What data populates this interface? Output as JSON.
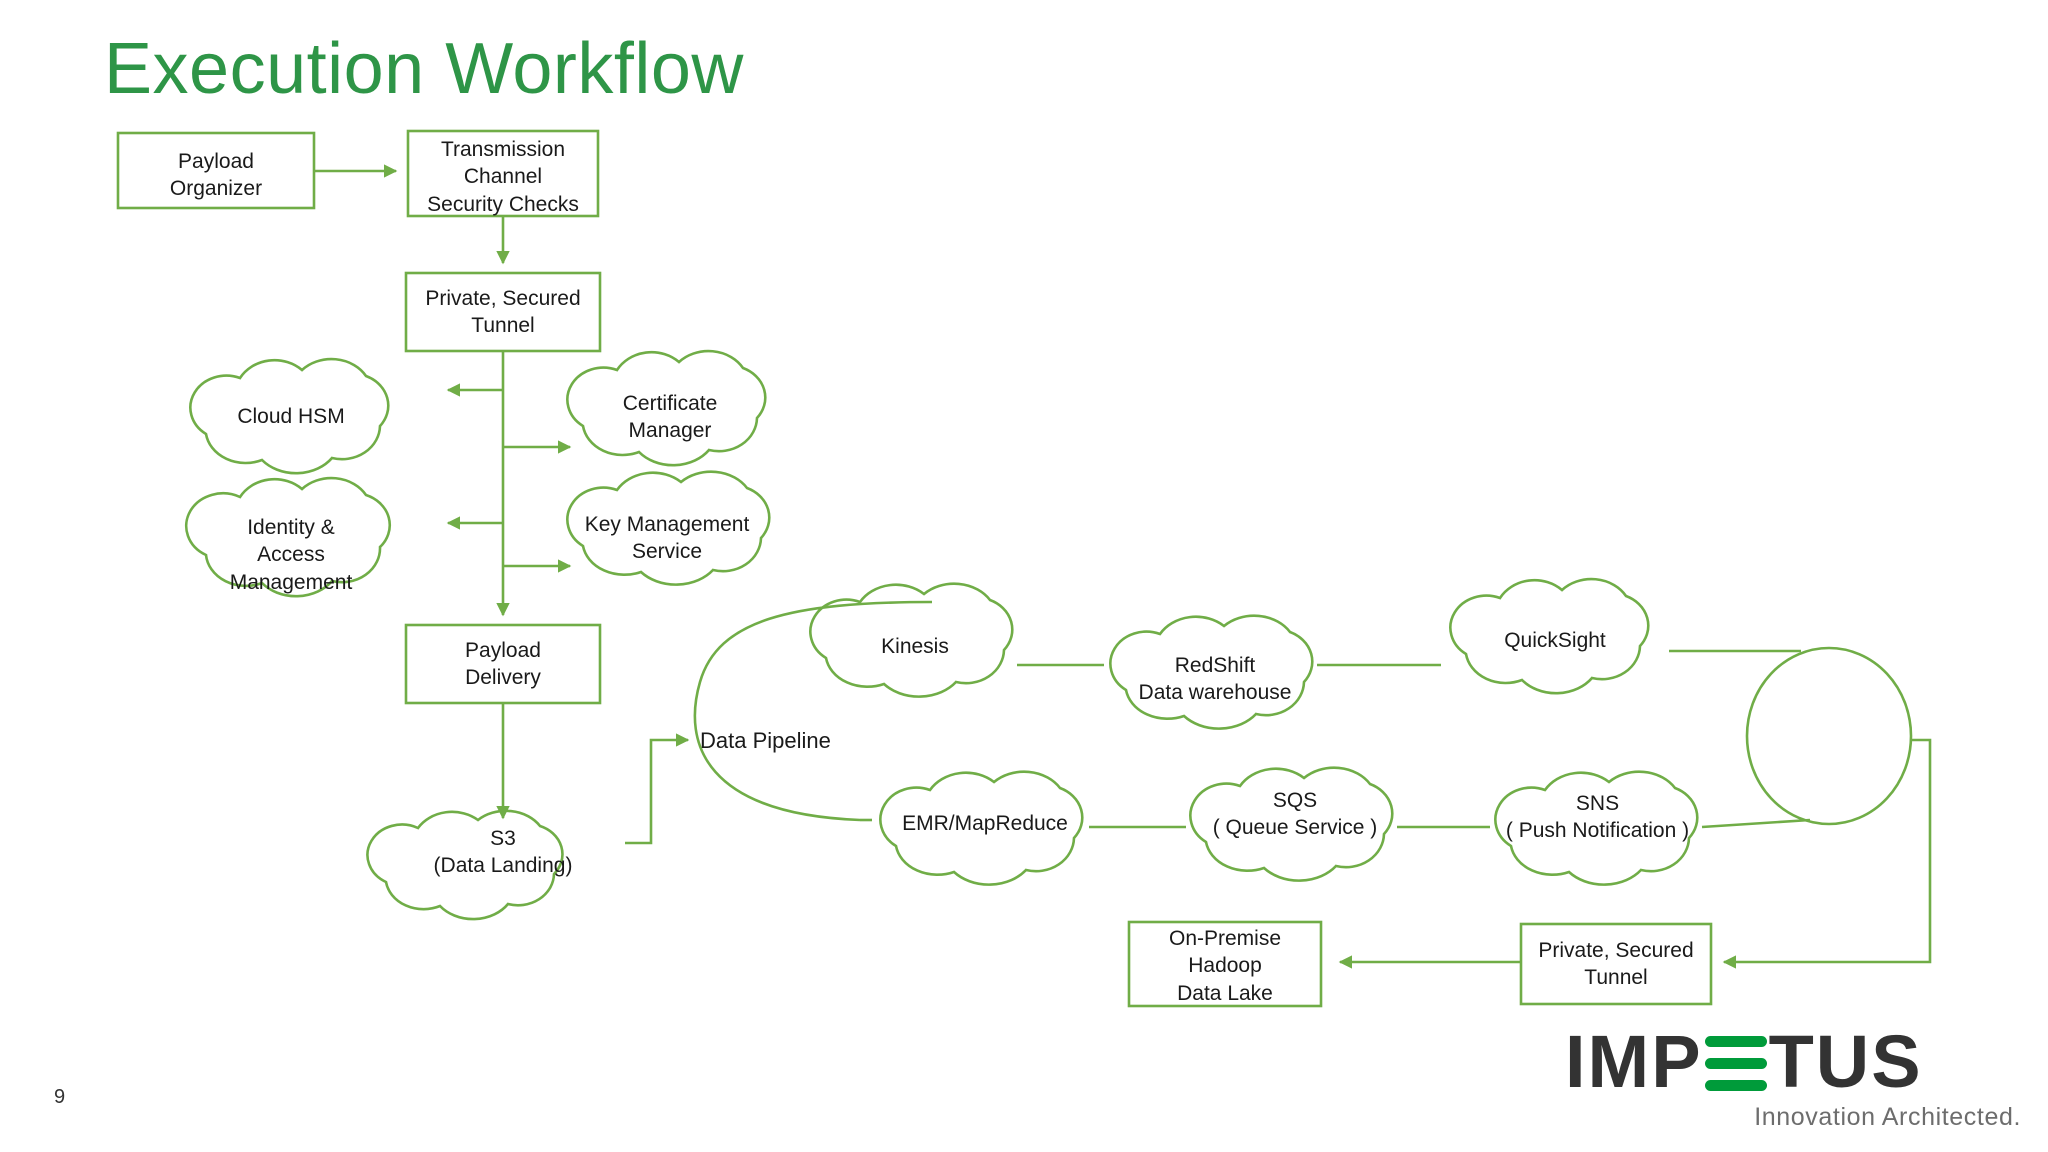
{
  "slide": {
    "title": "Execution Workflow",
    "page_number": "9",
    "background_color": "#ffffff"
  },
  "colors": {
    "title_green": "#2E9547",
    "stroke_green": "#70AD47",
    "text_black": "#1a1a1a",
    "logo_green": "#009B3A",
    "logo_dark": "#333333",
    "logo_tag_gray": "#6d6d6d"
  },
  "nodes": {
    "payload_organizer": {
      "label": "Payload\nOrganizer",
      "shape": "rectangle"
    },
    "transmission_channel": {
      "label": "Transmission\nChannel\nSecurity Checks",
      "shape": "rectangle"
    },
    "private_tunnel_top": {
      "label": "Private, Secured\nTunnel",
      "shape": "rectangle"
    },
    "cloud_hsm": {
      "label": "Cloud HSM",
      "shape": "cloud"
    },
    "certificate_manager": {
      "label": "Certificate\nManager",
      "shape": "cloud"
    },
    "identity_access_management": {
      "label": "Identity &\nAccess\nManagement",
      "shape": "cloud"
    },
    "key_management_service": {
      "label": "Key Management\nService",
      "shape": "cloud"
    },
    "payload_delivery": {
      "label": "Payload\nDelivery",
      "shape": "rectangle"
    },
    "s3_data_landing": {
      "label": "S3\n(Data Landing)",
      "shape": "cloud"
    },
    "data_pipeline": {
      "label": "Data Pipeline",
      "shape": "rounded-container"
    },
    "kinesis": {
      "label": "Kinesis",
      "shape": "cloud"
    },
    "redshift": {
      "label": "RedShift\nData warehouse",
      "shape": "cloud"
    },
    "quicksight": {
      "label": "QuickSight",
      "shape": "cloud"
    },
    "emr_mapreduce": {
      "label": "EMR/MapReduce",
      "shape": "cloud"
    },
    "sqs": {
      "label": "SQS\n( Queue Service )",
      "shape": "cloud"
    },
    "sns": {
      "label": "SNS\n( Push Notification )",
      "shape": "cloud"
    },
    "merge_circle": {
      "label": "",
      "shape": "ellipse"
    },
    "private_tunnel_bottom": {
      "label": "Private, Secured\nTunnel",
      "shape": "rectangle"
    },
    "on_premise_hadoop": {
      "label": "On-Premise\nHadoop\nData Lake",
      "shape": "rectangle"
    }
  },
  "logo": {
    "word_part1": "IMP",
    "word_e_icon": "three-green-bars-e",
    "word_part2": "TUS",
    "tagline": "Innovation Architected."
  }
}
